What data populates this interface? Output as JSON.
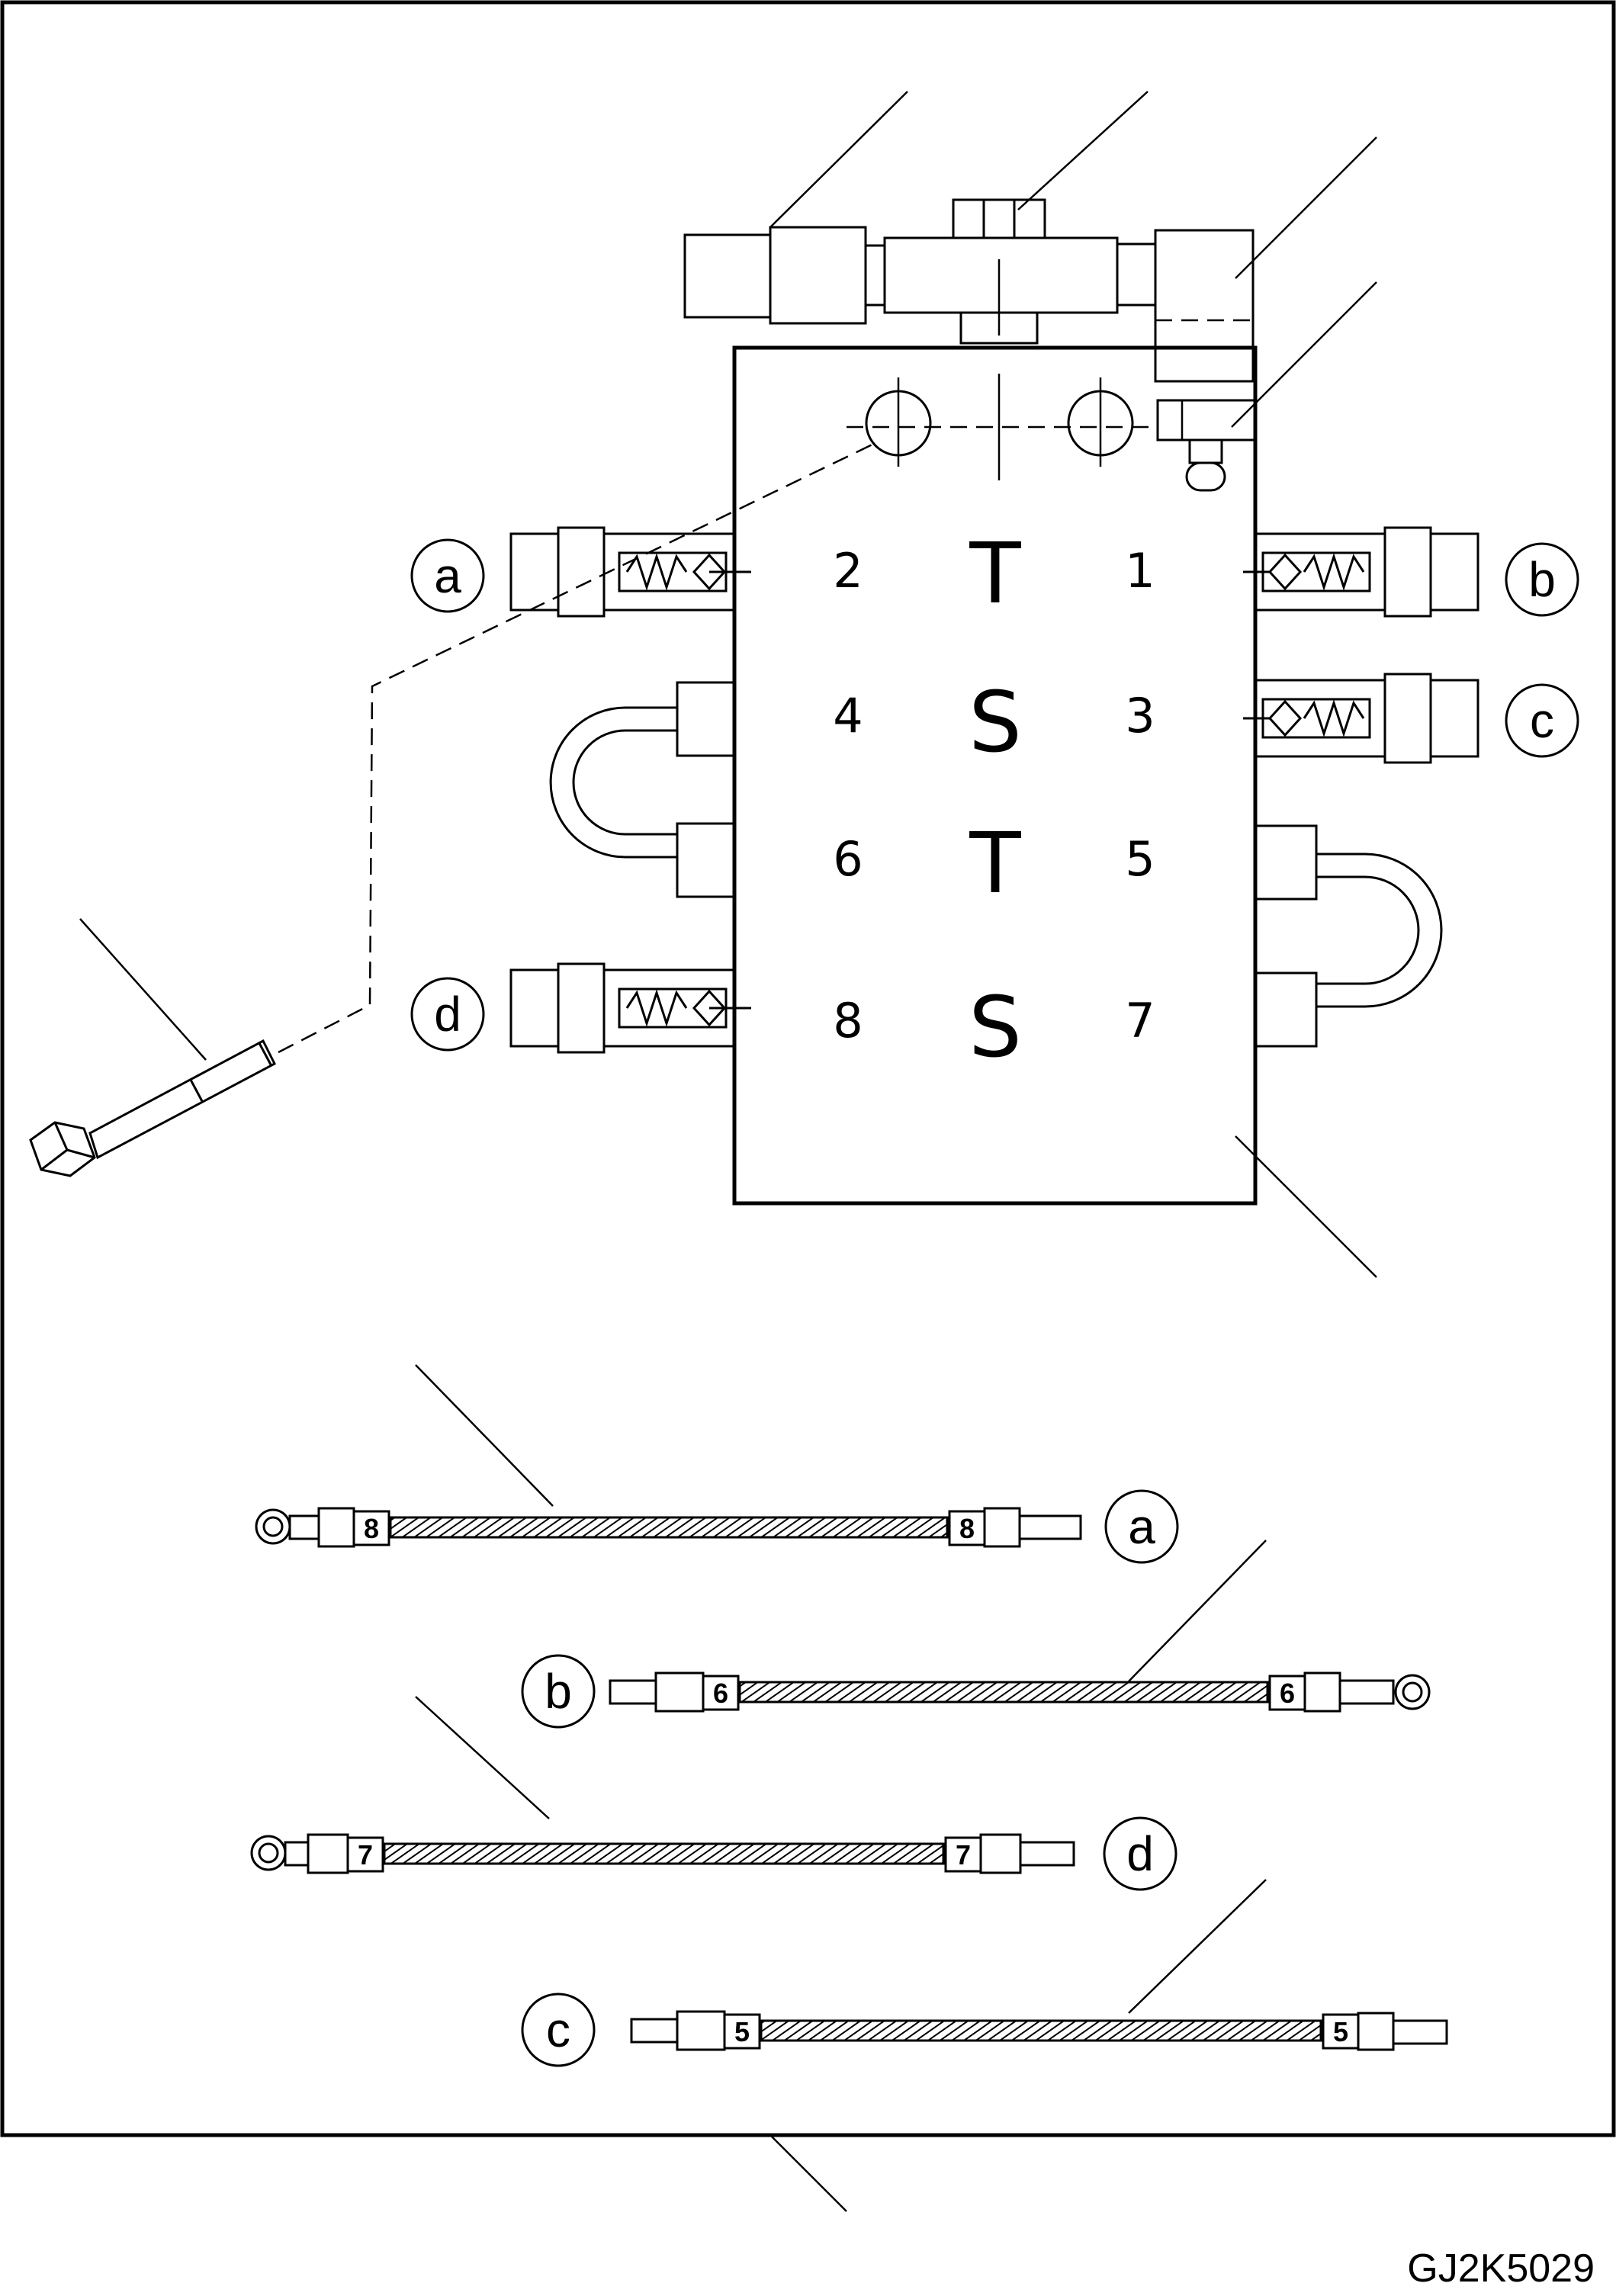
{
  "drawing_code": "GJ2K5029",
  "manifold": {
    "ports": [
      {
        "num": "2",
        "type": "T",
        "num_right": "1"
      },
      {
        "num": "4",
        "type": "S",
        "num_right": "3"
      },
      {
        "num": "6",
        "type": "T",
        "num_right": "5"
      },
      {
        "num": "8",
        "type": "S",
        "num_right": "7"
      }
    ]
  },
  "callouts": {
    "a": "a",
    "b": "b",
    "c": "c",
    "d": "d"
  },
  "hoses": [
    {
      "callout": "a",
      "tag": "8"
    },
    {
      "callout": "b",
      "tag": "6"
    },
    {
      "callout": "d",
      "tag": "7"
    },
    {
      "callout": "c",
      "tag": "5"
    }
  ]
}
